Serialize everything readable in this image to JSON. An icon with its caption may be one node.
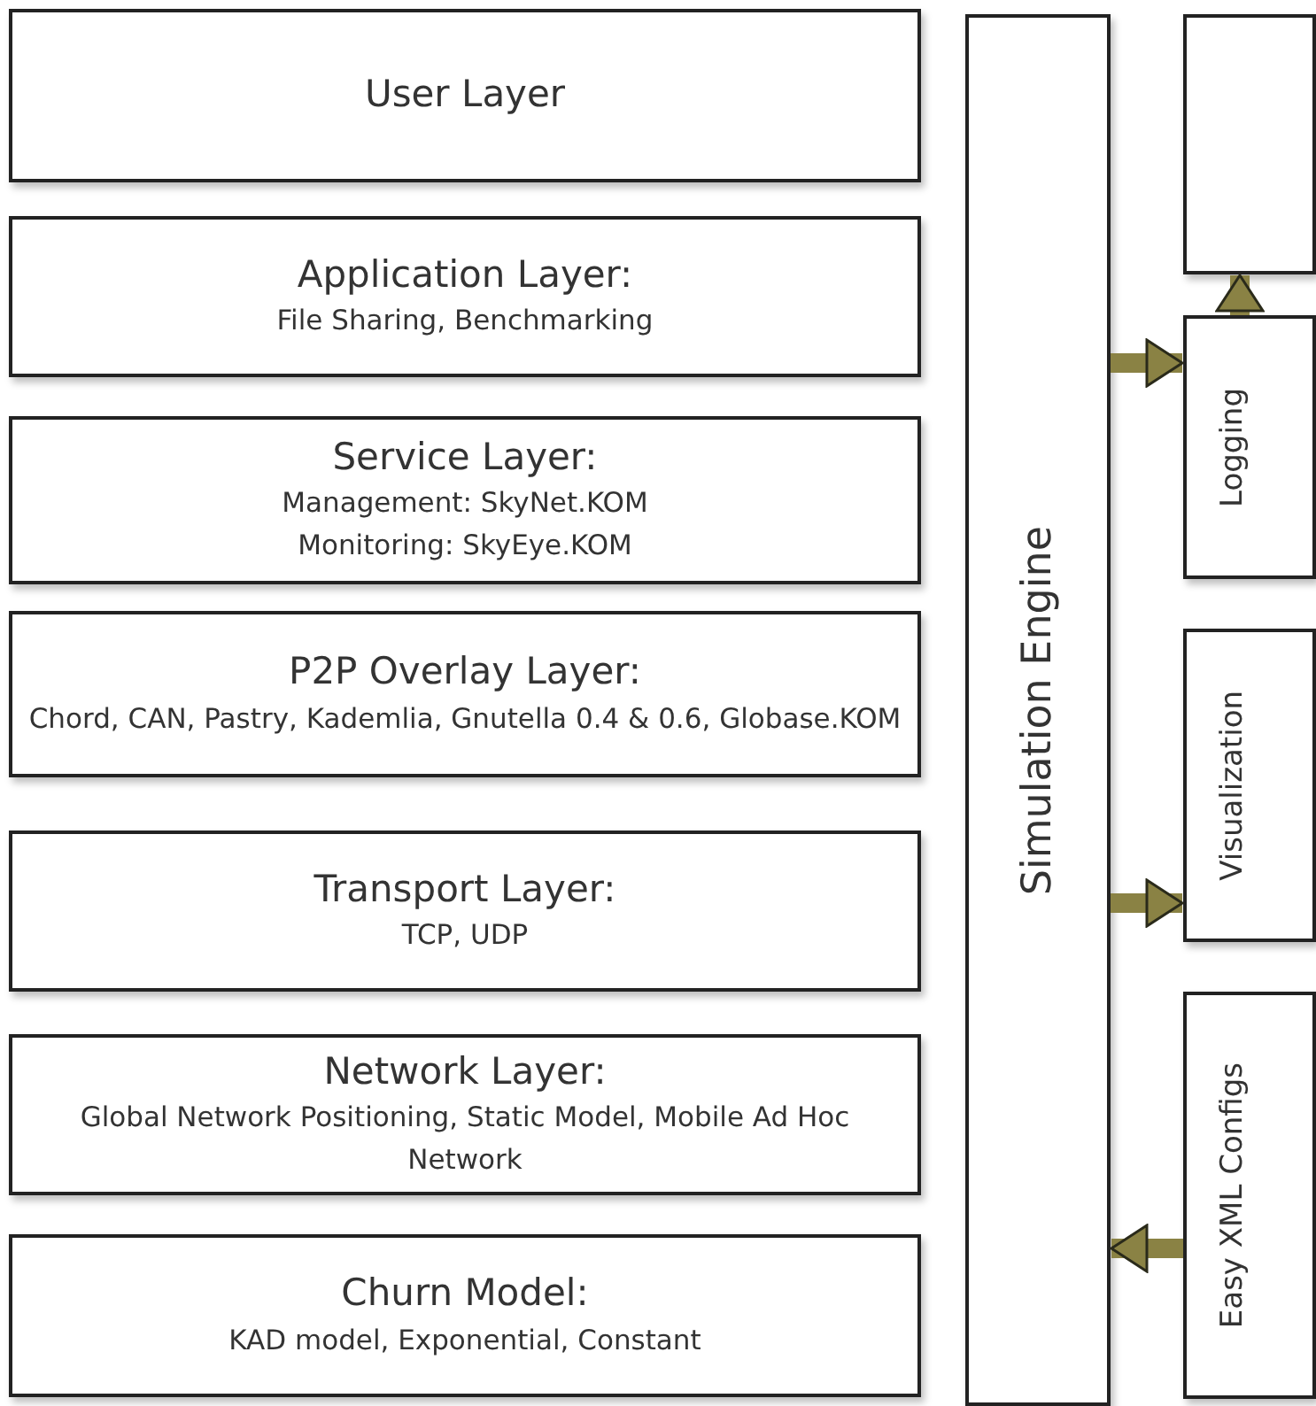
{
  "diagram": {
    "nodes": [
      {
        "text": [
          "User Layer"
        ]
      },
      {
        "text": [
          "Application Layer:",
          "File Sharing, Benchmarking"
        ]
      },
      {
        "text": [
          "Service Layer:",
          "Management: SkyNet.KOM",
          "Monitoring: SkyEye.KOM"
        ]
      },
      {
        "text": [
          "P2P Overlay Layer:",
          "Chord, CAN, Pastry, Kademlia, Gnutella 0.4 & 0.6, Globase.KOM"
        ]
      },
      {
        "text": [
          "Transport Layer:",
          "TCP, UDP"
        ]
      },
      {
        "text": [
          "Network Layer:",
          "Global Network Positioning, Static Model, Mobile Ad Hoc Network"
        ]
      },
      {
        "text": [
          "Churn Model:",
          "KAD model, Exponential, Constant"
        ]
      },
      {
        "text": [
          "Simulation Engine"
        ]
      },
      {
        "text": [],
        "shape": "box"
      },
      {
        "text": [
          "Logging"
        ]
      },
      {
        "text": [
          "Visualization"
        ]
      },
      {
        "text": [
          "Easy XML Configs"
        ]
      }
    ],
    "edges": [
      {
        "from": 7,
        "to": 9,
        "arrow": "to"
      },
      {
        "from": 9,
        "to": 8,
        "arrow": "to"
      },
      {
        "from": 7,
        "to": 10,
        "arrow": "to"
      },
      {
        "from": 11,
        "to": 7,
        "arrow": "to"
      }
    ]
  }
}
